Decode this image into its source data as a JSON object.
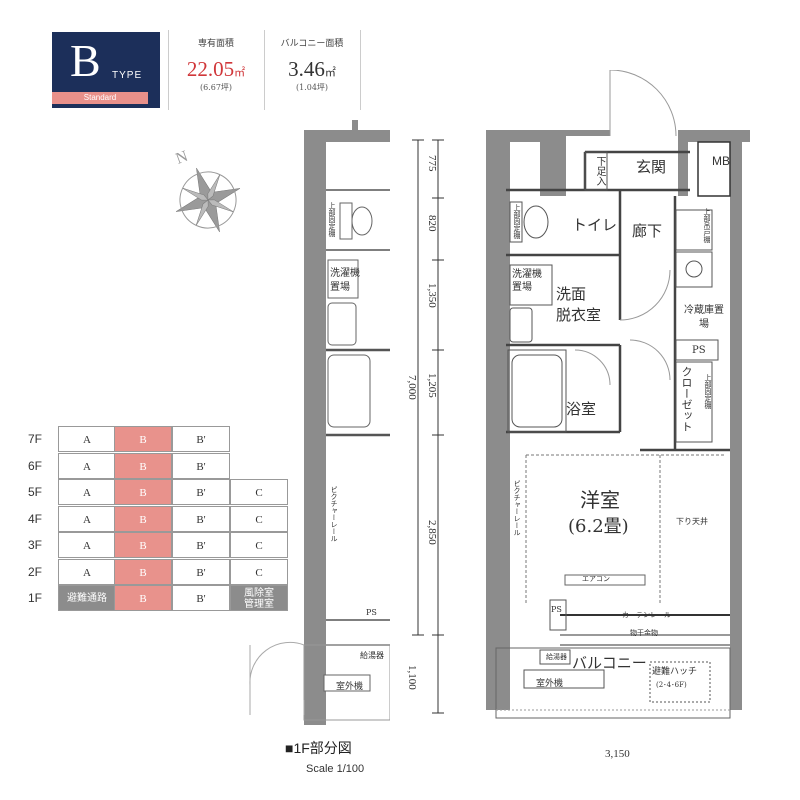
{
  "type_badge": {
    "letter": "B",
    "word": "TYPE",
    "subtitle": "Standard"
  },
  "areas": {
    "exclusive": {
      "label": "専有面積",
      "value": "22.05",
      "unit": "㎡",
      "tsubo": "(6.67坪)"
    },
    "balcony": {
      "label": "バルコニー面積",
      "value": "3.46",
      "unit": "㎡",
      "tsubo": "(1.04坪)"
    }
  },
  "floor_table": {
    "rows": [
      {
        "floor": "7F",
        "cells": [
          "A",
          "B",
          "B'",
          ""
        ]
      },
      {
        "floor": "6F",
        "cells": [
          "A",
          "B",
          "B'",
          ""
        ]
      },
      {
        "floor": "5F",
        "cells": [
          "A",
          "B",
          "B'",
          "C"
        ]
      },
      {
        "floor": "4F",
        "cells": [
          "A",
          "B",
          "B'",
          "C"
        ]
      },
      {
        "floor": "3F",
        "cells": [
          "A",
          "B",
          "B'",
          "C"
        ]
      },
      {
        "floor": "2F",
        "cells": [
          "A",
          "B",
          "B'",
          "C"
        ]
      },
      {
        "floor": "1F",
        "cells": [
          "避難通路",
          "B",
          "B'",
          "風除室\n管理室"
        ]
      }
    ]
  },
  "rooms": {
    "entrance": "玄関",
    "shoe_storage": "下足入",
    "mb": "MB",
    "toilet": "トイレ",
    "hallway": "廊下",
    "upper_shelf_toilet": "上部固定棚",
    "upper_cabinet": "上部吊戸棚",
    "washer_1": "洗濯機置場",
    "washroom": "洗面\n脱衣室",
    "fridge": "冷蔵庫置場",
    "ps": "PS",
    "closet": "クローゼット",
    "upper_shelf_closet": "上部固定棚",
    "bathroom": "浴室",
    "western_room": "洋室",
    "western_room_size": "(6.2畳)",
    "lowered_ceiling": "下り天井",
    "picture_rail": "ピクチャーレール",
    "aircon": "エアコン",
    "curtain_rail": "カーテンレール",
    "laundry_hardware": "物干金物",
    "water_heater": "給湯器",
    "balcony": "バルコニー",
    "escape_hatch": "避難ハッチ",
    "escape_hatch_floors": "(2･4･6F)",
    "outdoor_unit": "室外機",
    "left_upper_shelf": "上部固定棚",
    "left_washer": "洗濯機置場",
    "left_picture_rail": "ピクチャーレール",
    "left_water_heater": "給湯器",
    "left_outdoor_unit": "室外機"
  },
  "dimensions": {
    "vertical": [
      "775",
      "820",
      "1,350",
      "1,205",
      "2,850",
      "1,100"
    ],
    "total_depth": "7,000",
    "width": "3,150"
  },
  "caption": {
    "title": "■1F部分図",
    "scale": "Scale 1/100"
  },
  "colors": {
    "navy": "#1c2f5a",
    "accent_red": "#d0373a",
    "highlight_pink": "#e8928c",
    "wall_gray": "#8c8c8c"
  }
}
